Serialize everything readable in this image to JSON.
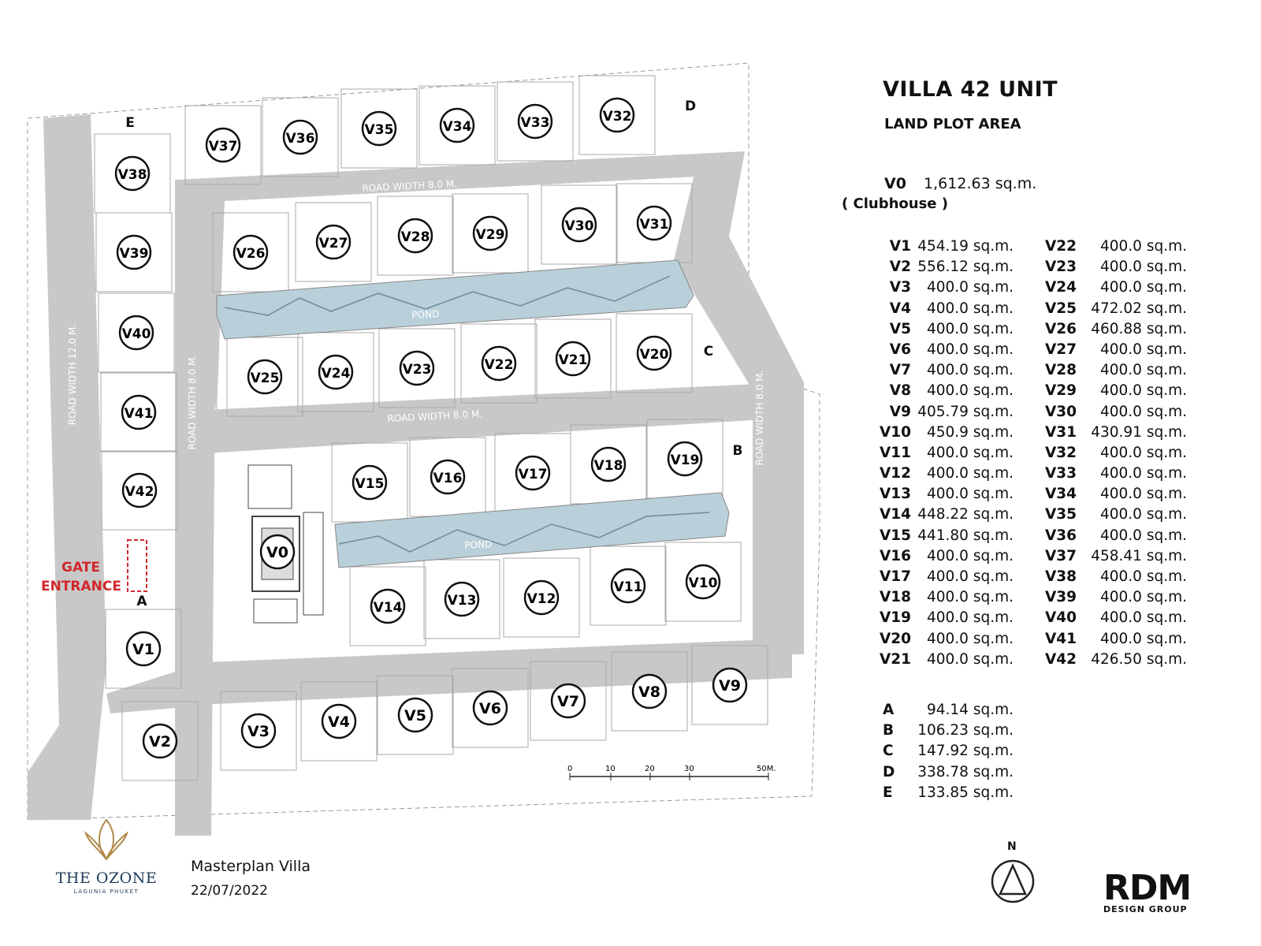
{
  "title": "VILLA 42 UNIT",
  "subtitle": "LAND PLOT AREA",
  "clubhouse": {
    "id": "V0",
    "area": "1,612.63 sq.m.",
    "label": "( Clubhouse )"
  },
  "areas_left": [
    {
      "id": "V1",
      "area": "454.19 sq.m."
    },
    {
      "id": "V2",
      "area": "556.12 sq.m."
    },
    {
      "id": "V3",
      "area": "400.0 sq.m."
    },
    {
      "id": "V4",
      "area": "400.0 sq.m."
    },
    {
      "id": "V5",
      "area": "400.0 sq.m."
    },
    {
      "id": "V6",
      "area": "400.0 sq.m."
    },
    {
      "id": "V7",
      "area": "400.0 sq.m."
    },
    {
      "id": "V8",
      "area": "400.0 sq.m."
    },
    {
      "id": "V9",
      "area": "405.79 sq.m."
    },
    {
      "id": "V10",
      "area": "450.9 sq.m."
    },
    {
      "id": "V11",
      "area": "400.0 sq.m."
    },
    {
      "id": "V12",
      "area": "400.0 sq.m."
    },
    {
      "id": "V13",
      "area": "400.0 sq.m."
    },
    {
      "id": "V14",
      "area": "448.22 sq.m."
    },
    {
      "id": "V15",
      "area": "441.80 sq.m."
    },
    {
      "id": "V16",
      "area": "400.0 sq.m."
    },
    {
      "id": "V17",
      "area": "400.0 sq.m."
    },
    {
      "id": "V18",
      "area": "400.0 sq.m."
    },
    {
      "id": "V19",
      "area": "400.0 sq.m."
    },
    {
      "id": "V20",
      "area": "400.0 sq.m."
    },
    {
      "id": "V21",
      "area": "400.0 sq.m."
    }
  ],
  "areas_right": [
    {
      "id": "V22",
      "area": "400.0 sq.m."
    },
    {
      "id": "V23",
      "area": "400.0 sq.m."
    },
    {
      "id": "V24",
      "area": "400.0 sq.m."
    },
    {
      "id": "V25",
      "area": "472.02 sq.m."
    },
    {
      "id": "V26",
      "area": "460.88 sq.m."
    },
    {
      "id": "V27",
      "area": "400.0 sq.m."
    },
    {
      "id": "V28",
      "area": "400.0 sq.m."
    },
    {
      "id": "V29",
      "area": "400.0 sq.m."
    },
    {
      "id": "V30",
      "area": "400.0 sq.m."
    },
    {
      "id": "V31",
      "area": "430.91 sq.m."
    },
    {
      "id": "V32",
      "area": "400.0 sq.m."
    },
    {
      "id": "V33",
      "area": "400.0 sq.m."
    },
    {
      "id": "V34",
      "area": "400.0 sq.m."
    },
    {
      "id": "V35",
      "area": "400.0 sq.m."
    },
    {
      "id": "V36",
      "area": "400.0 sq.m."
    },
    {
      "id": "V37",
      "area": "458.41 sq.m."
    },
    {
      "id": "V38",
      "area": "400.0 sq.m."
    },
    {
      "id": "V39",
      "area": "400.0 sq.m."
    },
    {
      "id": "V40",
      "area": "400.0 sq.m."
    },
    {
      "id": "V41",
      "area": "400.0 sq.m."
    },
    {
      "id": "V42",
      "area": "426.50 sq.m."
    }
  ],
  "common_areas": [
    {
      "id": "A",
      "area": "94.14 sq.m."
    },
    {
      "id": "B",
      "area": "106.23 sq.m."
    },
    {
      "id": "C",
      "area": "147.92 sq.m."
    },
    {
      "id": "D",
      "area": "338.78 sq.m."
    },
    {
      "id": "E",
      "area": "133.85 sq.m."
    }
  ],
  "map": {
    "road_labels": [
      "ROAD WIDTH 8.0 M.",
      "ROAD WIDTH 8.0 M.",
      "ROAD WIDTH 8.0 M.",
      "ROAD WIDTH 12.0 M.",
      "ROAD WIDTH 8.0 M.",
      "ROAD WIDTH 8.0 M."
    ],
    "pond_label": "POND",
    "gate_label_1": "GATE",
    "gate_label_2": "ENTRANCE",
    "scale_ticks": [
      "0",
      "10",
      "20",
      "30",
      "50M."
    ],
    "north_label": "N",
    "plot_letters": [
      "A",
      "B",
      "C",
      "D",
      "E"
    ],
    "road_color": "#c8c8c8",
    "pond_color": "#b9cfd9",
    "gate_color": "#d0282c"
  },
  "footer": {
    "title": "Masterplan Villa",
    "date": "22/07/2022"
  },
  "brand": {
    "name": "THE OZONE",
    "sub": "LAGUNIA PHUKET"
  },
  "firm": {
    "name": "RDM",
    "sub": "DESIGN GROUP"
  }
}
